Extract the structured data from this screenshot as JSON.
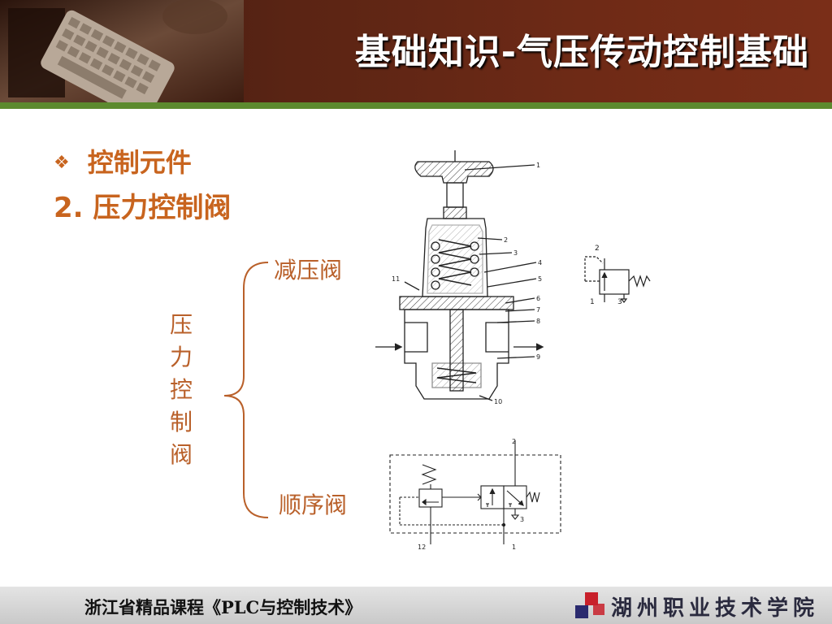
{
  "slide": {
    "title": "基础知识-气压传动控制基础",
    "bullet1": "控制元件",
    "bullet2": "2. 压力控制阀",
    "label_reducing": "减压阀",
    "label_sequence": "顺序阀",
    "vertical_label": [
      "压",
      "力",
      "控",
      "制",
      "阀"
    ]
  },
  "diagram_callouts": [
    "1",
    "2",
    "3",
    "4",
    "5",
    "6",
    "7",
    "8",
    "9",
    "10",
    "11"
  ],
  "symbol_reducing_ports": [
    "2",
    "1",
    "3"
  ],
  "symbol_sequence_ports": [
    "2",
    "3",
    "12",
    "1"
  ],
  "footer": {
    "course": "浙江省精品课程《PLC与控制技术》",
    "school": "湖州职业技术学院"
  },
  "colors": {
    "header": "#6e2a16",
    "band": "#5c8a2e",
    "accent": "#c8641e",
    "label": "#b9602a"
  }
}
